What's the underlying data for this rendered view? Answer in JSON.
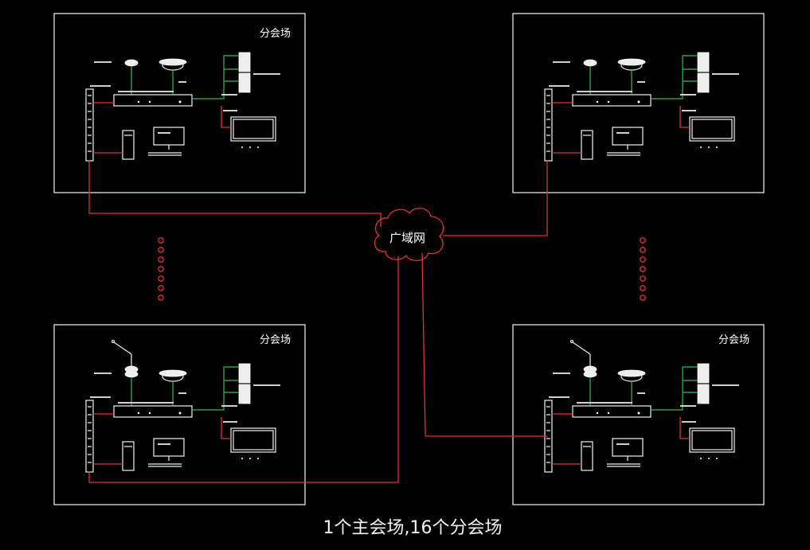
{
  "rooms": [
    {
      "id": "tl",
      "title": "分会场",
      "has_mic": false
    },
    {
      "id": "tr",
      "title": "",
      "has_mic": false
    },
    {
      "id": "bl",
      "title": "分会场",
      "has_mic": true
    },
    {
      "id": "br",
      "title": "分会场",
      "has_mic": true
    }
  ],
  "network": {
    "label": "广域网"
  },
  "caption": "1个主会场,16个分会场",
  "colors": {
    "background": "#000000",
    "frame": "#f4f4f4",
    "network_link": "#e23030",
    "av_link": "#2fbf3f"
  }
}
